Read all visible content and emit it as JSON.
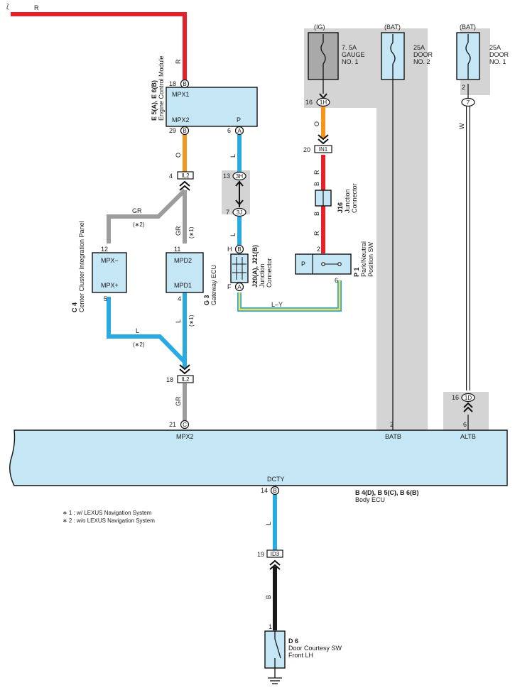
{
  "wire_colors": {
    "R": "#e8202a",
    "O": "#f7941d",
    "L": "#29abe2",
    "GR": "#9d9d9d",
    "B": "#1a1a1a",
    "W": "#ffffff",
    "LY": "#f4e04d",
    "module_fill": "#c5e6f5",
    "shade": "#d4d4d4"
  },
  "wire_labels": {
    "r_top": "R",
    "r_ecm": "R",
    "o_ecm": "O",
    "l_ecm": "L",
    "gr_left": "GR",
    "gr_mpd2": "GR",
    "l_mid": "L",
    "l_gw": "L",
    "l_left": "L",
    "l_mpd1": "L",
    "gr_bottom": "GR",
    "o_ig": "O",
    "r_j16_top": "R",
    "b_j16_top": "B",
    "b_j16_bot": "B",
    "r_j16_bot": "R",
    "ly": "L–Y",
    "w": "W",
    "l_dcty": "L",
    "b_door": "B"
  },
  "notes": {
    "s2_a": "(∗2)",
    "s1_a": "(∗1)",
    "s1_b": "(∗1)",
    "s2_b": "(∗2)",
    "legend1": "∗ 1 : w/ LEXUS Navigation System",
    "legend2": "∗ 2 : w/o LEXUS Navigation System"
  },
  "ecm": {
    "code": "E 5(A), E 6(B)",
    "name": "Engine Control Module",
    "mpx1": "MPX1",
    "mpx2": "MPX2",
    "p": "P",
    "pin18": "18",
    "pin18_conn": "B",
    "pin29": "29",
    "pin29_conn": "B",
    "pin6": "6",
    "pin6_conn": "A"
  },
  "connectors": {
    "il2_top": {
      "pin": "4",
      "label": "IL2"
    },
    "3h": {
      "pin": "13",
      "label": "3H"
    },
    "3j": {
      "pin": "7",
      "label": "3J"
    },
    "il2_bot": {
      "pin": "18",
      "label": "IL2"
    },
    "1h": {
      "pin": "16",
      "label": "1H"
    },
    "in1": {
      "pin": "20",
      "label": "IN1"
    },
    "c7": {
      "pin": "2",
      "label": "7"
    },
    "1d": {
      "pin": "16",
      "label": "1D"
    },
    "id3": {
      "pin": "19",
      "label": "ID3"
    }
  },
  "cluster": {
    "code": "C 4",
    "name": "Center Cluster Integration Panel",
    "mpxm": "MPX−",
    "mpxp": "MPX+",
    "pin12": "12",
    "pin5": "5"
  },
  "gateway": {
    "code": "G 3",
    "name": "Gateway ECU",
    "mpd2": "MPD2",
    "mpd1": "MPD1",
    "pin11": "11",
    "pin4": "4"
  },
  "j20": {
    "code": "J20(A), J21(B)",
    "line1": "Junction",
    "line2": "Connector",
    "top_pin": "H",
    "top_conn": "B",
    "bot_pin": "F",
    "bot_conn": "A"
  },
  "j16": {
    "code": "J16",
    "line1": "Junction",
    "line2": "Connector"
  },
  "p1": {
    "code": "P 1",
    "line1": "Park/Neutral",
    "line2": "Position SW",
    "p": "P",
    "pin2": "2",
    "pin6": "6"
  },
  "fuses": [
    {
      "source": "(IG)",
      "l1": "7. 5A",
      "l2": "GAUGE",
      "l3": "NO. 1"
    },
    {
      "source": "(BAT)",
      "l1": "25A",
      "l2": "DOOR",
      "l3": "NO. 2"
    },
    {
      "source": "(BAT)",
      "l1": "25A",
      "l2": "DOOR",
      "l3": "NO. 1"
    }
  ],
  "body_ecu": {
    "mpx2": "MPX2",
    "pin21": "21",
    "pin21_conn": "C",
    "batb": "BATB",
    "pin_batb": "2",
    "altb": "ALTB",
    "pin_altb": "6",
    "dcty": "DCTY",
    "pin14": "14",
    "pin14_conn": "B",
    "code": "B 4(D), B 5(C), B 6(B)",
    "name": "Body ECU"
  },
  "door_sw": {
    "code": "D 6",
    "line1": "Door Courtesy SW",
    "line2": "Front LH",
    "pin1": "1"
  }
}
